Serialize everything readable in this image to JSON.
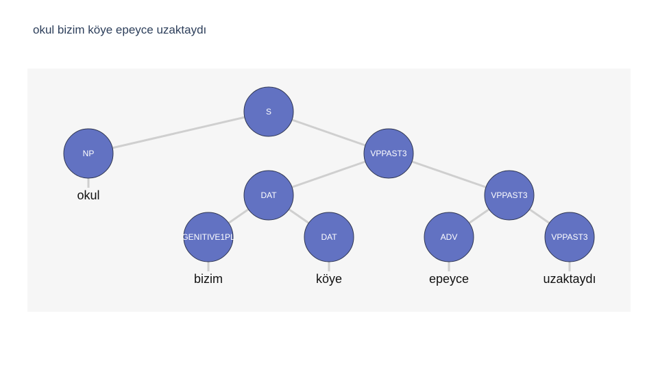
{
  "title": "okul bizim köye epeyce uzaktaydı",
  "colors": {
    "panel": "#f6f6f6",
    "node_fill": "#6272c2",
    "node_stroke": "#2f3650",
    "edge": "#cfcfcf",
    "title": "#2c3e5a"
  },
  "tree": {
    "nodes": [
      {
        "id": "s",
        "label": "S"
      },
      {
        "id": "np",
        "label": "NP"
      },
      {
        "id": "vp1",
        "label": "VPPAST3"
      },
      {
        "id": "dat1",
        "label": "DAT"
      },
      {
        "id": "vp2",
        "label": "VPPAST3"
      },
      {
        "id": "gen",
        "label": "GENITIVE1PL"
      },
      {
        "id": "dat2",
        "label": "DAT"
      },
      {
        "id": "adv",
        "label": "ADV"
      },
      {
        "id": "vp3",
        "label": "VPPAST3"
      }
    ],
    "words": [
      {
        "id": "w1",
        "text": "okul"
      },
      {
        "id": "w2",
        "text": "bizim"
      },
      {
        "id": "w3",
        "text": "köye"
      },
      {
        "id": "w4",
        "text": "epeyce"
      },
      {
        "id": "w5",
        "text": "uzaktaydı"
      }
    ],
    "edges": [
      [
        "s",
        "np"
      ],
      [
        "s",
        "vp1"
      ],
      [
        "vp1",
        "dat1"
      ],
      [
        "vp1",
        "vp2"
      ],
      [
        "dat1",
        "gen"
      ],
      [
        "dat1",
        "dat2"
      ],
      [
        "vp2",
        "adv"
      ],
      [
        "vp2",
        "vp3"
      ],
      [
        "np",
        "w1"
      ],
      [
        "gen",
        "w2"
      ],
      [
        "dat2",
        "w3"
      ],
      [
        "adv",
        "w4"
      ],
      [
        "vp3",
        "w5"
      ]
    ]
  }
}
